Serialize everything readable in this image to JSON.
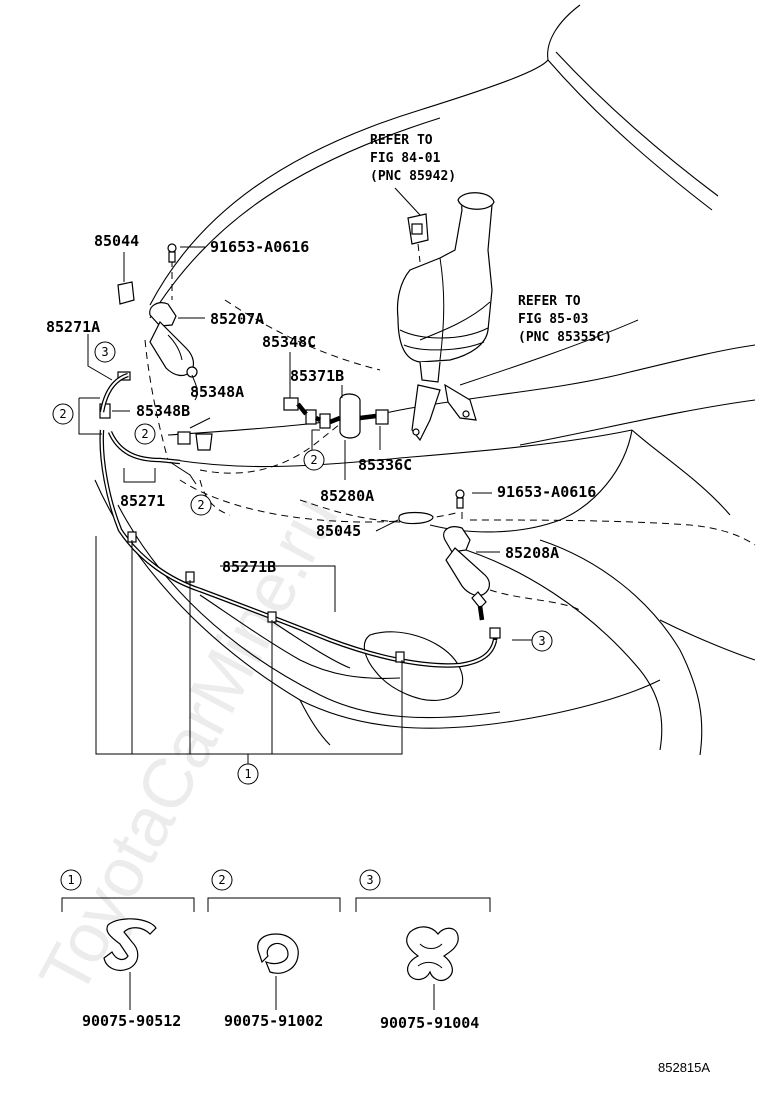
{
  "watermark": "ToyotaCarMine.ru",
  "diagram_code": "852815A",
  "references": {
    "top": {
      "line1": "REFER TO",
      "line2": "FIG 84-01",
      "line3": "(PNC 85942)"
    },
    "right": {
      "line1": "REFER TO",
      "line2": "FIG 85-03",
      "line3": "(PNC 85355C)"
    }
  },
  "part_labels": {
    "p85044": "85044",
    "p91653_top": "91653-A0616",
    "p85207A": "85207A",
    "p85271A": "85271A",
    "p85348C": "85348C",
    "p85371B": "85371B",
    "p85348A": "85348A",
    "p85348B": "85348B",
    "p85336C": "85336C",
    "p85271": "85271",
    "p85280A": "85280A",
    "p91653_right": "91653-A0616",
    "p85045": "85045",
    "p85208A": "85208A",
    "p85271B": "85271B"
  },
  "callouts": {
    "c1": "1",
    "c2": "2",
    "c3": "3"
  },
  "legend": [
    {
      "index": "1",
      "part_number": "90075-90512"
    },
    {
      "index": "2",
      "part_number": "90075-91002"
    },
    {
      "index": "3",
      "part_number": "90075-91004"
    }
  ]
}
